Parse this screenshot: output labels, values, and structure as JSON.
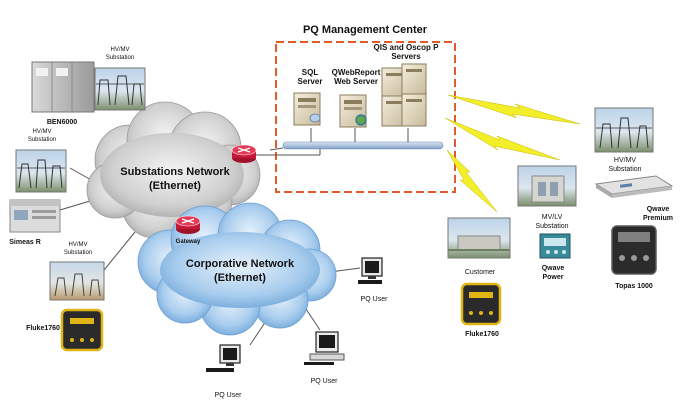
{
  "center": {
    "title": "PQ Management Center",
    "sql": [
      "SQL",
      "Server"
    ],
    "web": [
      "QWebReport",
      "Web Server"
    ],
    "qis": [
      "QIS and Oscop P",
      "Servers"
    ]
  },
  "clouds": {
    "substations": [
      "Substations Network",
      "(Ethernet)"
    ],
    "corporate": [
      "Corporative Network",
      "(Ethernet)"
    ],
    "gateway": "Gateway"
  },
  "left": {
    "ben": "BEN6000",
    "sub_top": [
      "HV/MV",
      "Substation"
    ],
    "sub_mid": [
      "HV/MV",
      "Substation"
    ],
    "simeas": "Simeas R",
    "sub_bottom": [
      "HV/MV",
      "Substation"
    ],
    "fluke": "Fluke1760"
  },
  "users": [
    "PQ User",
    "PQ User",
    "PQ User"
  ],
  "right": {
    "sub_hv": [
      "HV/MV",
      "Substation"
    ],
    "qwave_premium": [
      "Qwave",
      "Premium"
    ],
    "mvlv": [
      "MV/LV",
      "Substation"
    ],
    "qwave_power": [
      "Qwave",
      "Power"
    ],
    "customer": "Customer",
    "topas": "Topas 1000",
    "fluke": "Fluke1760"
  },
  "colors": {
    "center_border": "#e05a2b",
    "bus": "#a8c0dc",
    "lightning": "#f2ee2a",
    "cloud_grey": "#c9c9c9",
    "cloud_blue": "#9cc4ea"
  }
}
